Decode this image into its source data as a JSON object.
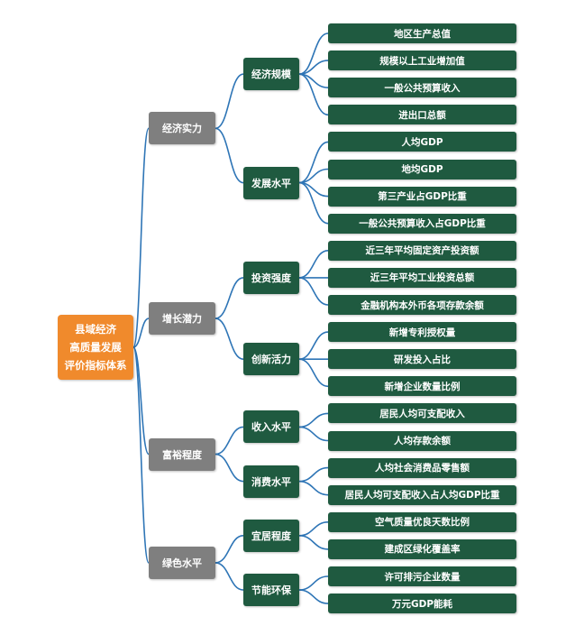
{
  "root": {
    "lines": [
      "县域经济",
      "高质量发展",
      "评价指标体系"
    ]
  },
  "categories": [
    {
      "label": "经济实力",
      "subs": [
        {
          "label": "经济规模",
          "items": [
            "地区生产总值",
            "规模以上工业增加值",
            "一般公共预算收入",
            "进出口总额"
          ]
        },
        {
          "label": "发展水平",
          "items": [
            "人均GDP",
            "地均GDP",
            "第三产业占GDP比重",
            "一般公共预算收入占GDP比重"
          ]
        }
      ]
    },
    {
      "label": "增长潜力",
      "subs": [
        {
          "label": "投资强度",
          "items": [
            "近三年平均固定资产投资额",
            "近三年平均工业投资总额",
            "金融机构本外币各项存款余额"
          ]
        },
        {
          "label": "创新活力",
          "items": [
            "新增专利授权量",
            "研发投入占比",
            "新增企业数量比例"
          ]
        }
      ]
    },
    {
      "label": "富裕程度",
      "subs": [
        {
          "label": "收入水平",
          "items": [
            "居民人均可支配收入",
            "人均存款余额"
          ]
        },
        {
          "label": "消费水平",
          "items": [
            "人均社会消费品零售额",
            "居民人均可支配收入占人均GDP比重"
          ]
        }
      ]
    },
    {
      "label": "绿色水平",
      "subs": [
        {
          "label": "宜居程度",
          "items": [
            "空气质量优良天数比例",
            "建成区绿化覆盖率"
          ]
        },
        {
          "label": "节能环保",
          "items": [
            "许可排污企业数量",
            "万元GDP能耗"
          ]
        }
      ]
    }
  ],
  "colors": {
    "root": "#f08a2c",
    "level1": "#7f7f7f",
    "level2": "#1f5a40",
    "leaf": "#1f5a40",
    "connector": "#2e75b6"
  }
}
